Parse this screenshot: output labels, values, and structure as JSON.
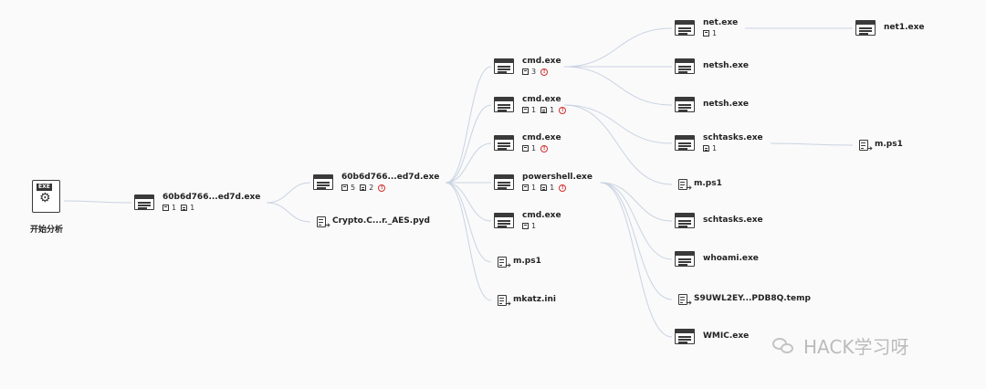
{
  "root": {
    "label": "开始分析",
    "badge": "EXE"
  },
  "nodes": [
    {
      "id": "n1",
      "kind": "proc",
      "label": "60b6d766...ed7d.exe",
      "procs": "1",
      "files": "1",
      "warn": false
    },
    {
      "id": "n2",
      "kind": "proc",
      "label": "60b6d766...ed7d.exe",
      "procs": "5",
      "files": "2",
      "warn": true
    },
    {
      "id": "n3",
      "kind": "file",
      "label": "Crypto.C...r._AES.pyd"
    },
    {
      "id": "c1",
      "kind": "proc",
      "label": "cmd.exe",
      "procs": "3",
      "files": "",
      "warn": true
    },
    {
      "id": "c2",
      "kind": "proc",
      "label": "cmd.exe",
      "procs": "1",
      "files": "1",
      "warn": true
    },
    {
      "id": "c3",
      "kind": "proc",
      "label": "cmd.exe",
      "procs": "1",
      "files": "",
      "warn": true
    },
    {
      "id": "c4",
      "kind": "proc",
      "label": "powershell.exe",
      "procs": "1",
      "files": "1",
      "warn": true
    },
    {
      "id": "c5",
      "kind": "proc",
      "label": "cmd.exe",
      "procs": "1",
      "files": "",
      "warn": false
    },
    {
      "id": "c6",
      "kind": "file",
      "label": "m.ps1"
    },
    {
      "id": "c7",
      "kind": "file",
      "label": "mkatz.ini"
    },
    {
      "id": "d1",
      "kind": "proc",
      "label": "net.exe",
      "procs": "1",
      "files": "",
      "warn": false
    },
    {
      "id": "d2",
      "kind": "proc",
      "label": "netsh.exe"
    },
    {
      "id": "d3",
      "kind": "proc",
      "label": "netsh.exe"
    },
    {
      "id": "d4",
      "kind": "proc",
      "label": "schtasks.exe",
      "procs": "",
      "files": "1",
      "warn": false
    },
    {
      "id": "d5",
      "kind": "file",
      "label": "m.ps1"
    },
    {
      "id": "d6",
      "kind": "proc",
      "label": "schtasks.exe"
    },
    {
      "id": "d7",
      "kind": "proc",
      "label": "whoami.exe"
    },
    {
      "id": "d8",
      "kind": "file",
      "label": "S9UWL2EY...PDB8Q.temp"
    },
    {
      "id": "d9",
      "kind": "proc",
      "label": "WMIC.exe"
    },
    {
      "id": "e1",
      "kind": "proc",
      "label": "net1.exe"
    },
    {
      "id": "e2",
      "kind": "file",
      "label": "m.ps1"
    }
  ],
  "warn_glyph": "!",
  "watermark": {
    "text": "HACK学习呀",
    "icon": "wechat-icon"
  },
  "colors": {
    "edge": "#c9d3e3",
    "icon": "#3a3a3a",
    "warn": "#d32f2f",
    "background": "#fafafa"
  }
}
